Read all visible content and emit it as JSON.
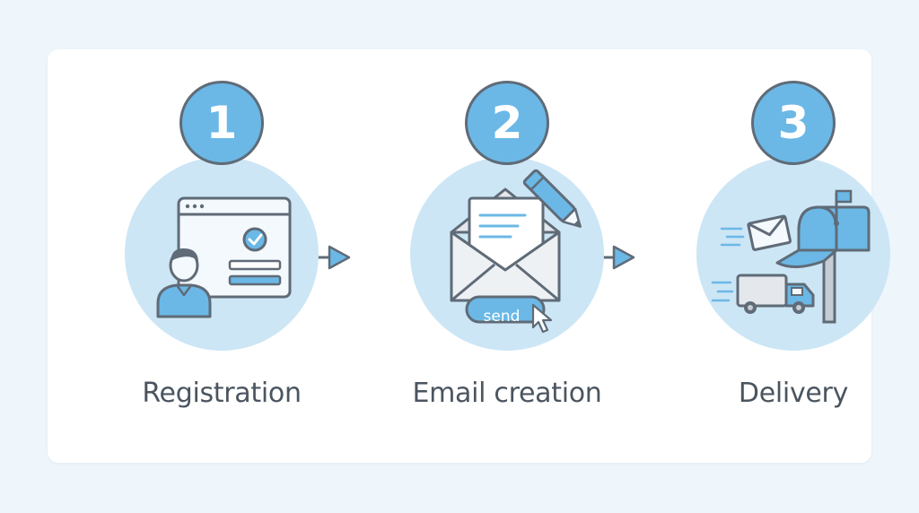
{
  "steps": [
    {
      "number": "1",
      "label": "Registration",
      "icon": "registration-form-icon"
    },
    {
      "number": "2",
      "label": "Email creation",
      "icon": "envelope-compose-icon",
      "button_text": "send"
    },
    {
      "number": "3",
      "label": "Delivery",
      "icon": "mailbox-delivery-icon"
    }
  ],
  "colors": {
    "accent": "#6bb8e6",
    "disc": "#cce6f5",
    "outline": "#5f6b77",
    "text": "#4b5560"
  }
}
